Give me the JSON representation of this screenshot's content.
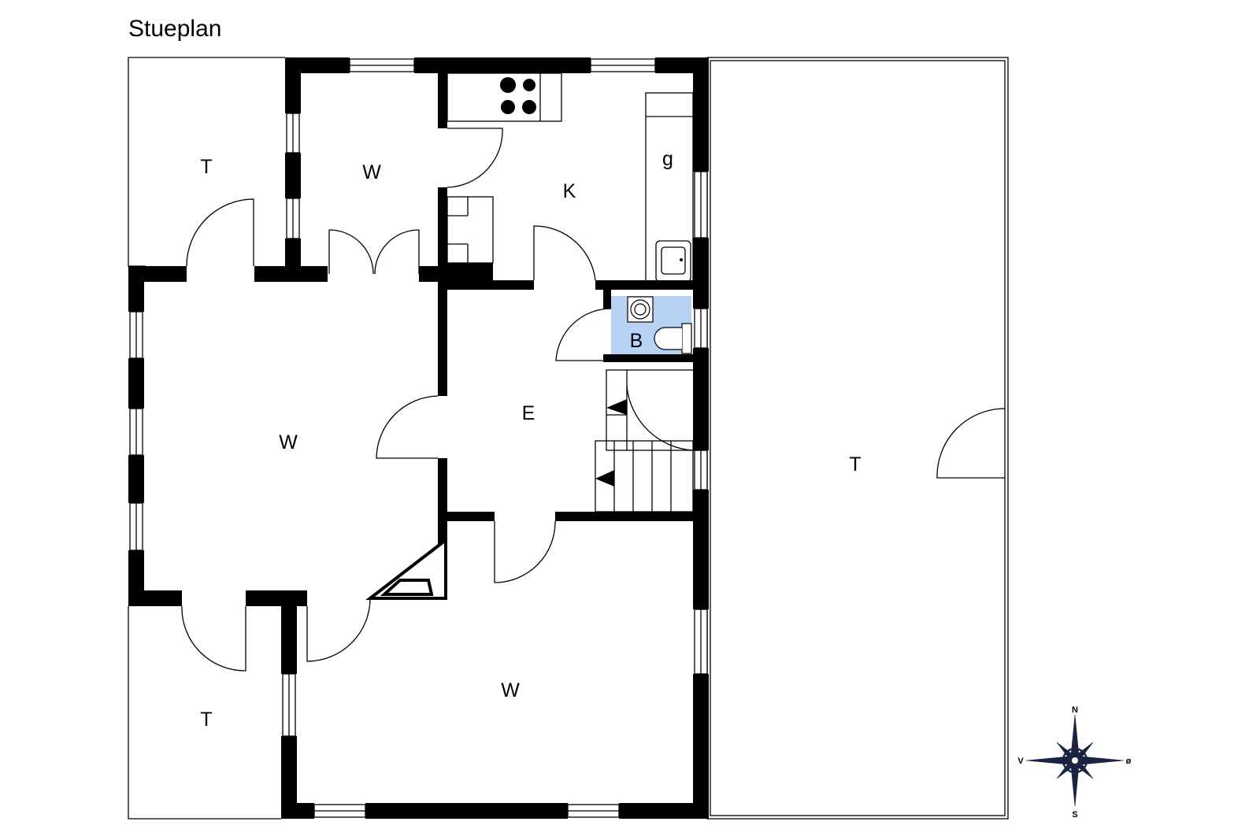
{
  "title": "Stueplan",
  "rooms": {
    "terrace_nw": "T",
    "room_north": "W",
    "kitchen": "K",
    "kitchen_counter": "g",
    "living_west": "W",
    "entrance": "E",
    "bathroom": "B",
    "terrace_east": "T",
    "living_south": "W",
    "terrace_sw": "T"
  },
  "compass": {
    "n": "N",
    "s": "S",
    "e": "ø",
    "w": "V"
  },
  "colors": {
    "wall": "#000000",
    "bathroom": "#b8d2f5",
    "background": "#ffffff"
  }
}
